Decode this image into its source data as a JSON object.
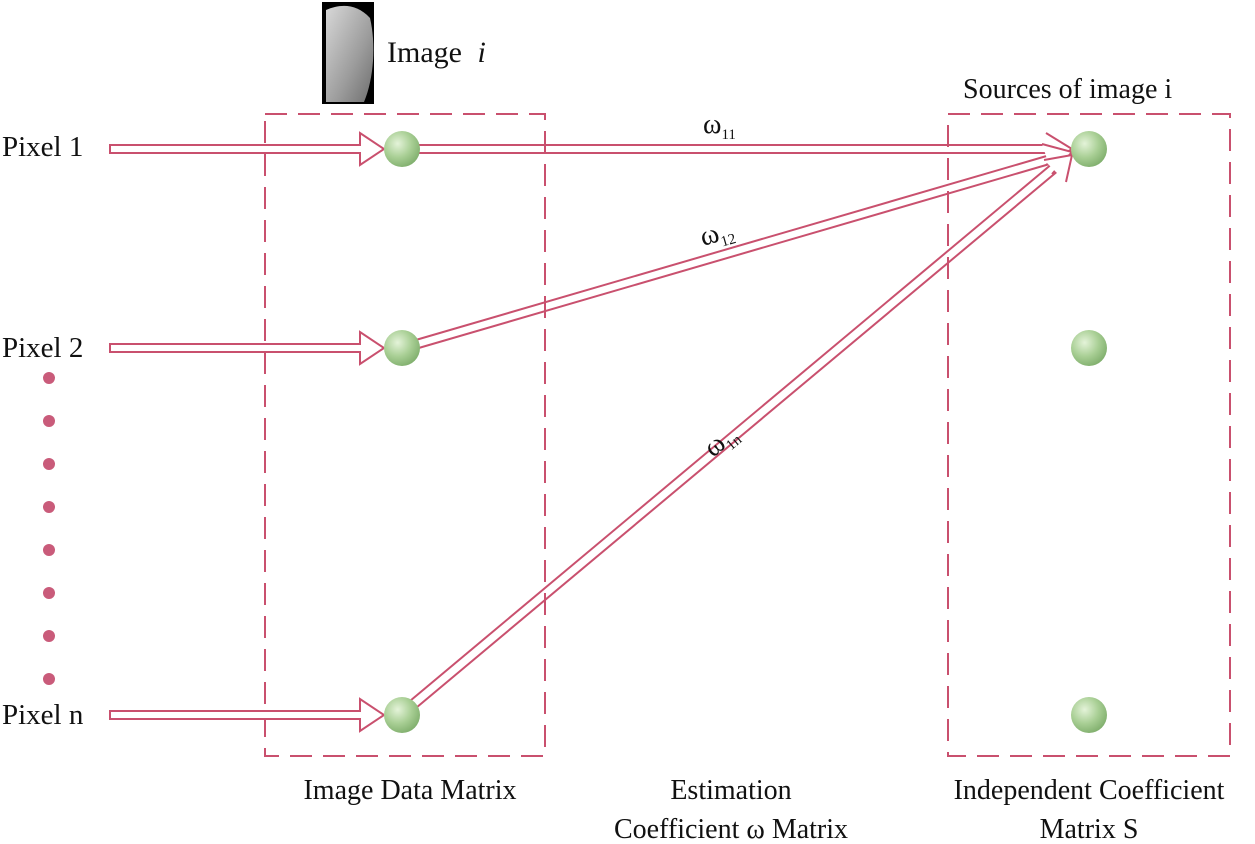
{
  "diagram": {
    "thumbnail_caption": "Image",
    "thumbnail_caption_var": "i",
    "inputs": [
      "Pixel 1",
      "Pixel 2",
      "Pixel n"
    ],
    "weights": [
      {
        "symbol": "ω",
        "sub": "11"
      },
      {
        "symbol": "ω",
        "sub": "12"
      },
      {
        "symbol": "ω",
        "sub": "1n"
      }
    ],
    "sources_label": "Sources of image i",
    "captions": {
      "left": [
        "Image Data Matrix"
      ],
      "middle": [
        "Estimation",
        "Coefficient ω Matrix"
      ],
      "right": [
        "Independent Coefficient",
        "Matrix S"
      ]
    },
    "colors": {
      "accent": "#c9506e",
      "dots": "#c95b7a",
      "node_fill": "#a9cf95",
      "node_shade": "#7fae6c"
    }
  }
}
